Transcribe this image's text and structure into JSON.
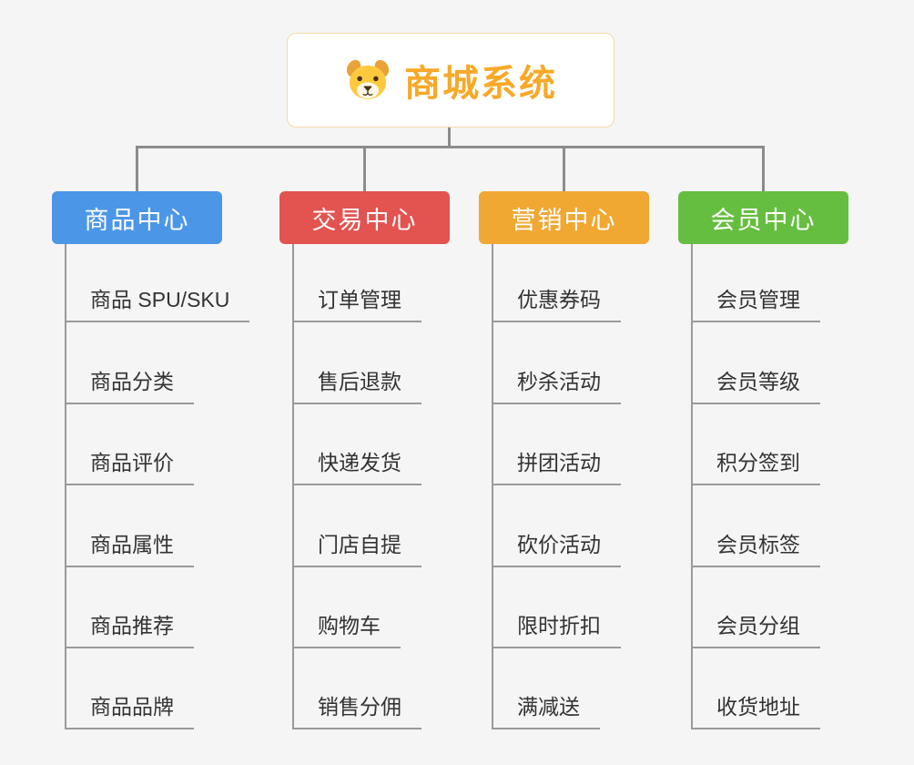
{
  "background_color": "#f5f5f5",
  "connector_color": "#8c8c8c",
  "root": {
    "title": "商城系统",
    "icon": "dog-icon",
    "title_color": "#F7A928",
    "border_color": "#F2D9A6"
  },
  "branches": [
    {
      "label": "商品中心",
      "color": "#4C96E8",
      "items": [
        "商品 SPU/SKU",
        "商品分类",
        "商品评价",
        "商品属性",
        "商品推荐",
        "商品品牌"
      ]
    },
    {
      "label": "交易中心",
      "color": "#E35350",
      "items": [
        "订单管理",
        "售后退款",
        "快递发货",
        "门店自提",
        "购物车",
        "销售分佣"
      ]
    },
    {
      "label": "营销中心",
      "color": "#F0A833",
      "items": [
        "优惠券码",
        "秒杀活动",
        "拼团活动",
        "砍价活动",
        "限时折扣",
        "满减送"
      ]
    },
    {
      "label": "会员中心",
      "color": "#66BE40",
      "items": [
        "会员管理",
        "会员等级",
        "积分签到",
        "会员标签",
        "会员分组",
        "收货地址"
      ]
    }
  ]
}
